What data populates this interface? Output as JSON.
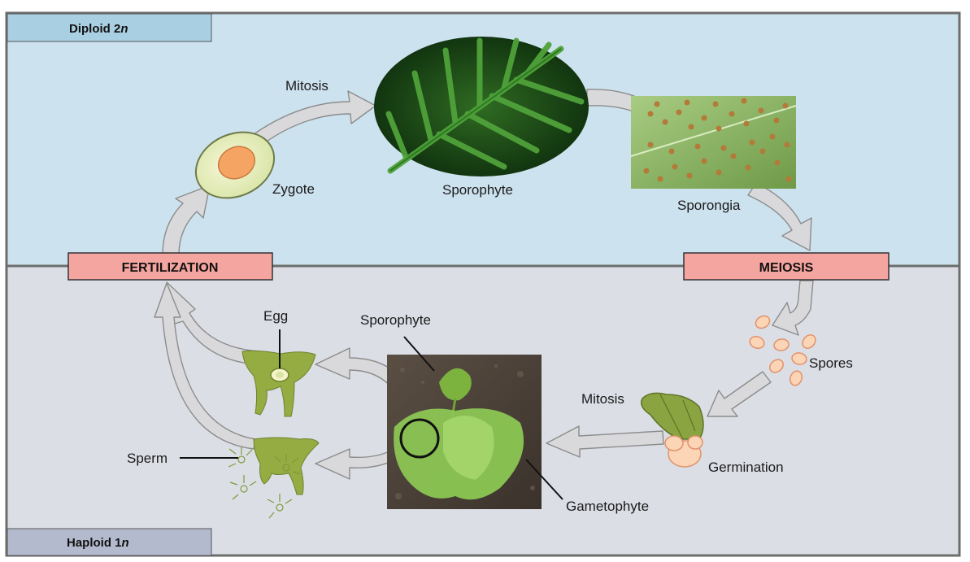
{
  "regions": {
    "diploid_label": "Diploid 2",
    "diploid_suffix": "n",
    "haploid_label": "Haploid 1",
    "haploid_suffix": "n"
  },
  "stages": {
    "fertilization": "FERTILIZATION",
    "meiosis": "MEIOSIS"
  },
  "labels": {
    "mitosis_top": "Mitosis",
    "zygote": "Zygote",
    "sporophyte_top": "Sporophyte",
    "sporongia": "Sporongia",
    "spores": "Spores",
    "mitosis_bottom": "Mitosis",
    "germination": "Germination",
    "gametophyte": "Gametophyte",
    "sporophyte_bottom": "Sporophyte",
    "egg": "Egg",
    "sperm": "Sperm"
  },
  "colors": {
    "diploid_bg": "#cde2ef",
    "haploid_bg": "#dcdee6",
    "diploid_tab": "#a9cfe3",
    "haploid_tab": "#b4bacd",
    "stage_box": "#f5a59f",
    "arrow": "#d9d9db",
    "plant_green": "#7a9a3a"
  }
}
